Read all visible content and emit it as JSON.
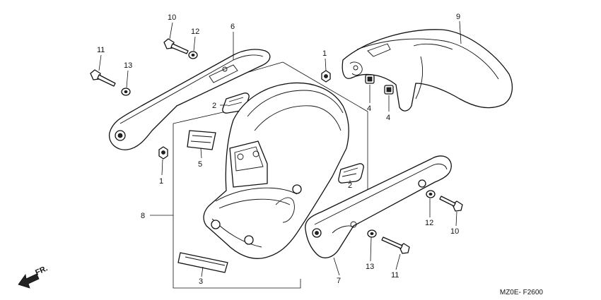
{
  "callouts": {
    "c1_top": "1",
    "c1_left": "1",
    "c2_top": "2",
    "c2_right": "2",
    "c3": "3",
    "c4_a": "4",
    "c4_b": "4",
    "c5": "5",
    "c6": "6",
    "c7": "7",
    "c8": "8",
    "c9": "9",
    "c10_top": "10",
    "c10_right": "10",
    "c11_top": "11",
    "c11_bottom": "11",
    "c12_top": "12",
    "c12_right": "12",
    "c13_top": "13",
    "c13_bottom": "13"
  },
  "direction_label": "FR.",
  "diagram_code": "MZ0E- F2600"
}
